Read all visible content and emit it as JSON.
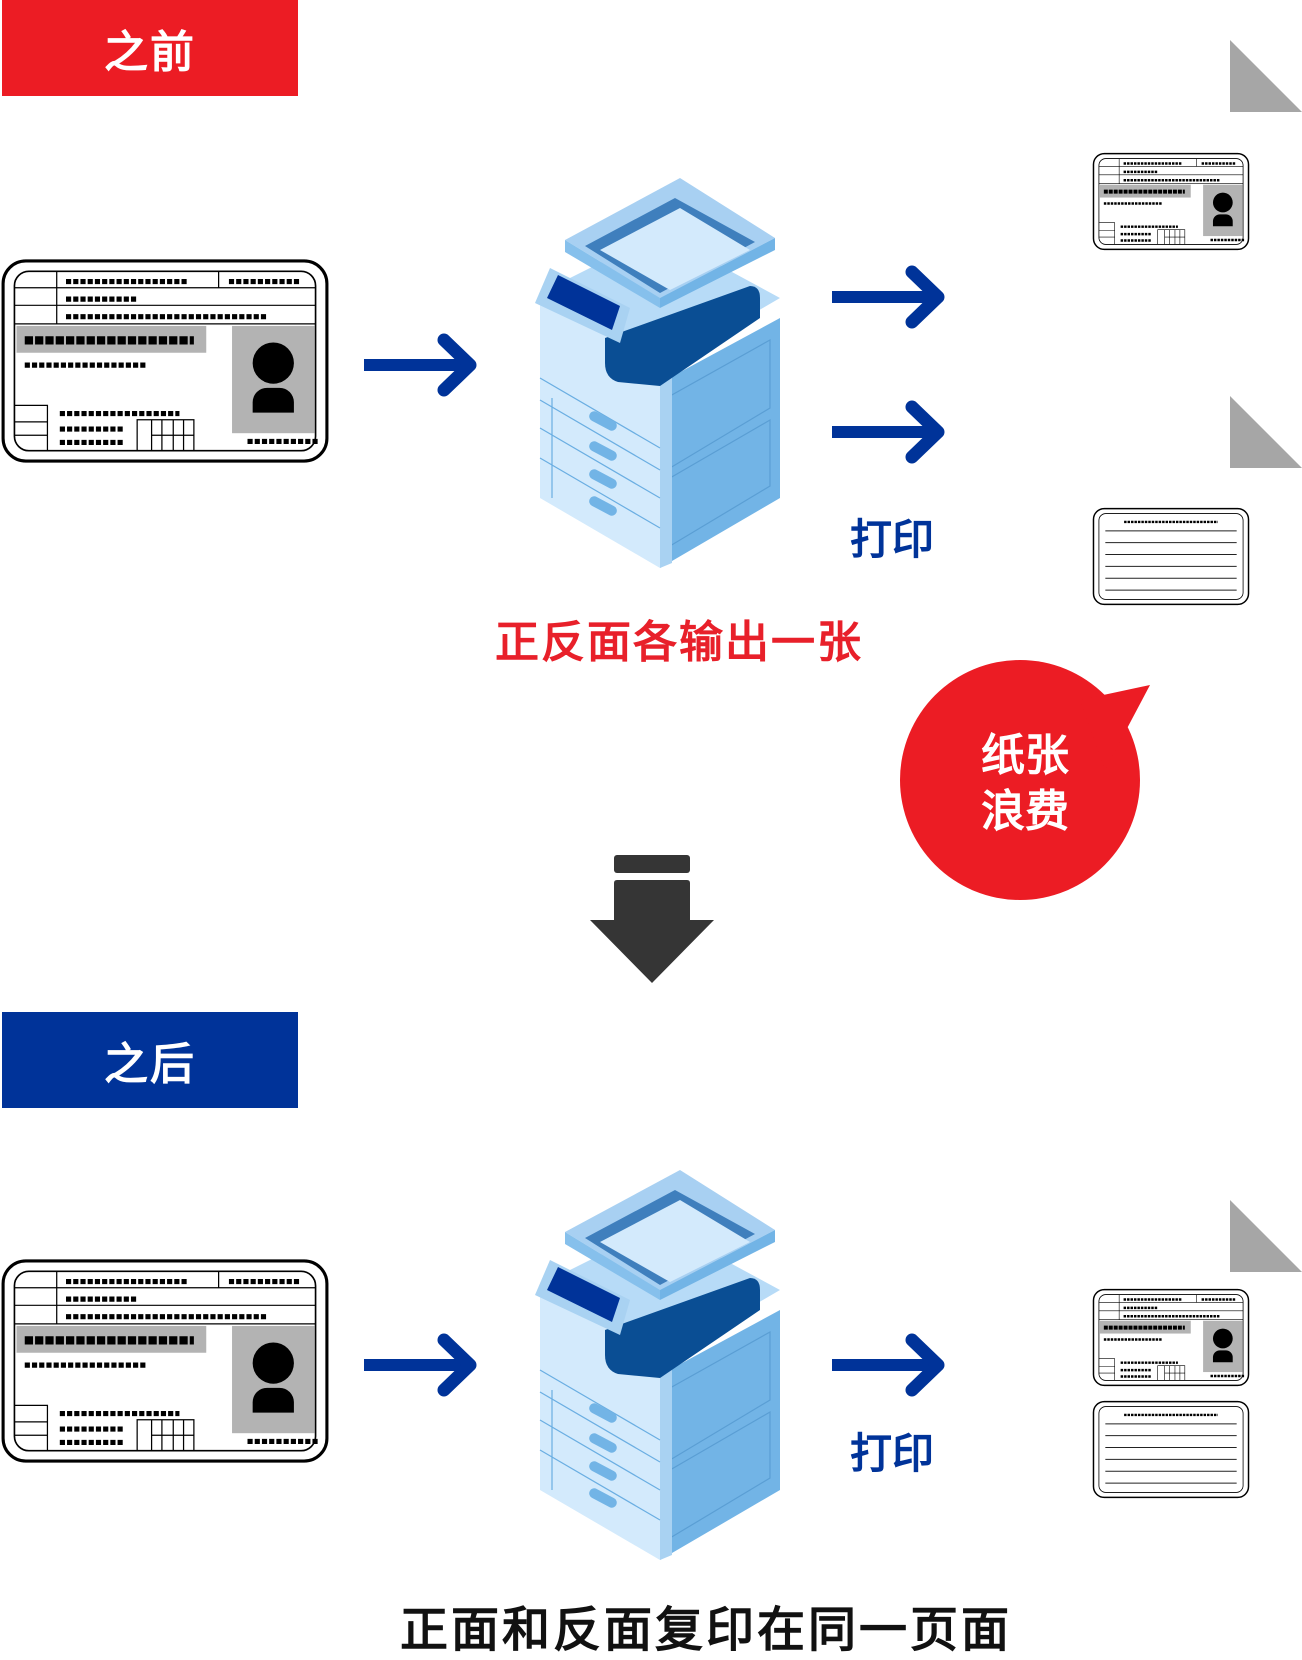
{
  "before": {
    "label": "之前",
    "label_color": "#ec1c24",
    "print_label": "打印",
    "caption": "正反面各输出一张",
    "caption_color": "#e8202a",
    "bubble": {
      "line1": "纸张",
      "line2": "浪费",
      "color": "#ec1c24"
    },
    "outputs": [
      "id-card-front-page",
      "id-card-back-page"
    ]
  },
  "after": {
    "label": "之后",
    "label_color": "#003399",
    "print_label": "打印",
    "caption": "正面和反面复印在同一页面",
    "caption_color": "#111111",
    "outputs": [
      "id-card-front-and-back-page"
    ]
  },
  "icons": {
    "arrow": "arrow-right-icon",
    "transition": "arrow-down-icon",
    "device": "copier-icon",
    "document": "id-card-icon",
    "page": "folded-page-icon"
  },
  "colors": {
    "arrow_blue": "#003399",
    "transition_gray": "#353535",
    "page_corner_gray": "#a6a6a6"
  }
}
